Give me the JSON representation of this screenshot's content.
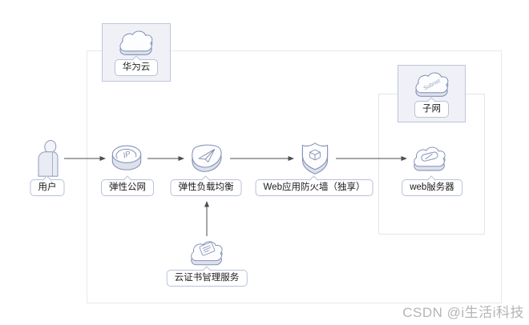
{
  "regions": {
    "cloud": {
      "label": "华为云"
    },
    "subnet": {
      "label": "子网",
      "icon_text": "Subnet"
    }
  },
  "nodes": {
    "user": {
      "label": "用户"
    },
    "eip": {
      "label": "弹性公网",
      "icon_text": "IP"
    },
    "elb": {
      "label": "弹性负载均衡"
    },
    "waf": {
      "label": "Web应用防火墙（独享）"
    },
    "web_server": {
      "label": "web服务器"
    },
    "ccm": {
      "label": "云证书管理服务"
    }
  },
  "edges": [
    {
      "from": "user",
      "to": "eip"
    },
    {
      "from": "eip",
      "to": "elb"
    },
    {
      "from": "elb",
      "to": "waf"
    },
    {
      "from": "waf",
      "to": "web_server"
    },
    {
      "from": "ccm",
      "to": "elb"
    }
  ],
  "watermark": {
    "text": "CSDN @i生活i科技"
  },
  "colors": {
    "icon_stroke": "#8492b6",
    "icon_top": "#fdfdff",
    "icon_side": "#dce1ec",
    "bubble_border": "#b7c1d8",
    "badge_bg": "#eff1f7",
    "badge_border": "#bfc6d8",
    "outer_region_border": "#e9e9ea",
    "inner_region_border": "#e3e4e8",
    "arrow": "#4d4d52",
    "watermark_gray": "#b5b5b5"
  }
}
